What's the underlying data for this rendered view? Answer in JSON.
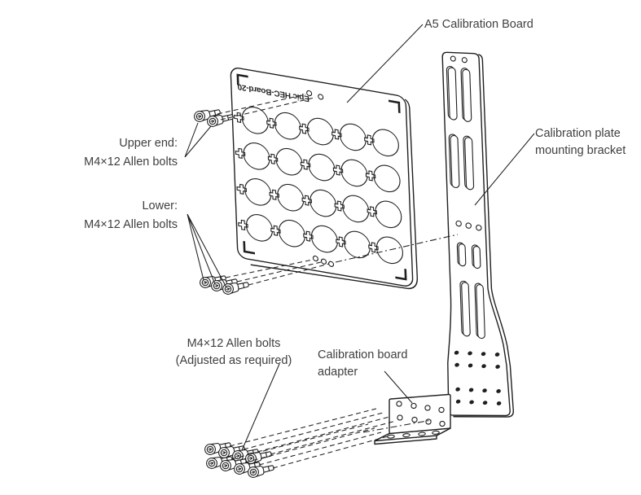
{
  "labels": {
    "board": "A5 Calibration Board",
    "bracket": [
      "Calibration plate",
      "mounting bracket"
    ],
    "upper_bolts": [
      "Upper end:",
      "M4×12 Allen bolts"
    ],
    "lower_bolts": [
      "Lower:",
      "M4×12 Allen bolts"
    ],
    "adjust_bolts": [
      "M4×12 Allen bolts",
      "(Adjusted as required)"
    ],
    "adapter": [
      "Calibration board",
      "adapter"
    ]
  },
  "board_engraving": "Epic HEC-Board-20",
  "parts": {
    "board_circle_rows": 4,
    "board_circle_cols": 5,
    "upper_bolt_count": 2,
    "lower_bolt_count": 3,
    "adapter_bolt_count": 8
  },
  "colors": {
    "line": "#1f1f1f",
    "text": "#3f3f3f",
    "background": "#ffffff"
  }
}
